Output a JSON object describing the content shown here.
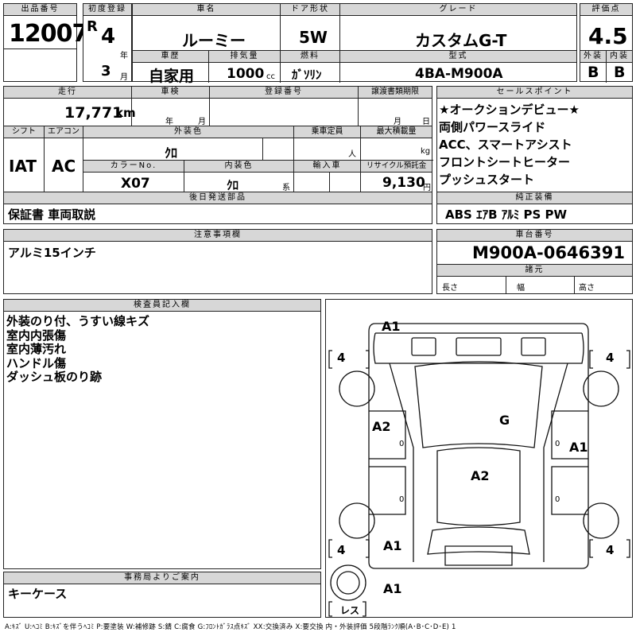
{
  "header": {
    "lot_label": "出品番号",
    "lot_no": "12007",
    "first_reg_label": "初度登録",
    "era": "R",
    "year": "4",
    "year_unit": "年",
    "month": "3",
    "month_unit": "月",
    "car_name_label": "車名",
    "car_name": "ルーミー",
    "door_label": "ドア形状",
    "door": "5W",
    "grade_label": "グレード",
    "grade": "カスタムG-T",
    "score_label": "評価点",
    "score": "4.5",
    "history_label": "車歴",
    "history": "自家用",
    "displacement_label": "排気量",
    "displacement": "1000",
    "displacement_unit": "cc",
    "fuel_label": "燃料",
    "fuel": "ｶﾞｿﾘﾝ",
    "model_label": "型式",
    "model": "4BA-M900A",
    "ext_label": "外装",
    "ext": "B",
    "int_label": "内装",
    "int": "B"
  },
  "spec": {
    "mileage_label": "走行",
    "mileage": "17,771",
    "mileage_unit": "km",
    "inspection_label": "車検",
    "inspection_y": "年",
    "inspection_m": "月",
    "reg_no_label": "登録番号",
    "transfer_label": "譲渡書類期限",
    "transfer_m": "月",
    "transfer_d": "日",
    "shift_label": "シフト",
    "shift": "IAT",
    "ac_label": "エアコン",
    "ac": "AC",
    "ext_color_label": "外装色",
    "ext_color": "ｸﾛ",
    "capacity_label": "乗車定員",
    "capacity_unit": "人",
    "max_load_label": "最大積載量",
    "max_load_unit": "kg",
    "color_no_label": "カラーNo.",
    "color_no": "X07",
    "int_color_label": "内装色",
    "int_color": "ｸﾛ",
    "int_color_unit": "系",
    "import_label": "輸入車",
    "recycle_label": "リサイクル預託金",
    "recycle": "9,130",
    "recycle_unit": "円"
  },
  "sales_points": {
    "label": "セールスポイント",
    "items": [
      "★オークションデビュー★",
      "両側パワースライド",
      "ACC、スマートアシスト",
      "フロントシートヒーター",
      "プッシュスタート"
    ]
  },
  "later_parts": {
    "label": "後日発送部品",
    "value": "保証書 車両取説"
  },
  "standard_eq": {
    "label": "純正装備",
    "value": "ABS ｴｱB ｱﾙﾐ PS PW"
  },
  "caution": {
    "label": "注意事項欄",
    "value": "アルミ15インチ"
  },
  "chassis": {
    "label": "車台番号",
    "value": "M900A-0646391",
    "spec_label": "諸元",
    "length": "長さ",
    "width": "幅",
    "height": "高さ"
  },
  "inspector": {
    "label": "検査員記入欄",
    "lines": [
      "外装のり付、うすい線キズ",
      "室内内張傷",
      "室内薄汚れ",
      "ハンドル傷",
      "ダッシュ板のり跡"
    ]
  },
  "office": {
    "label": "事務局よりご案内",
    "value": "キーケース"
  },
  "diagram": {
    "a1_top": "A1",
    "a2_left": "A2",
    "g": "G",
    "a1_right": "A1",
    "a2_center": "A2",
    "a1_bottom": "A1",
    "a1_spare": "A1",
    "tire": "4",
    "spare_label": "レス",
    "zero": "0"
  },
  "legend": "A:ｷｽﾞ U:ﾍｺﾐ B:ｷｽﾞを伴うﾍｺﾐ P:要塗装 W:補修跡 S:錆 C:腐食 G:ﾌﾛﾝﾄｶﾞﾗｽ点ｷｽﾞ XX:交換済み X:要交換 内・外装評価 5段階ﾗﾝｸ順(A･B･C･D･E) 1"
}
